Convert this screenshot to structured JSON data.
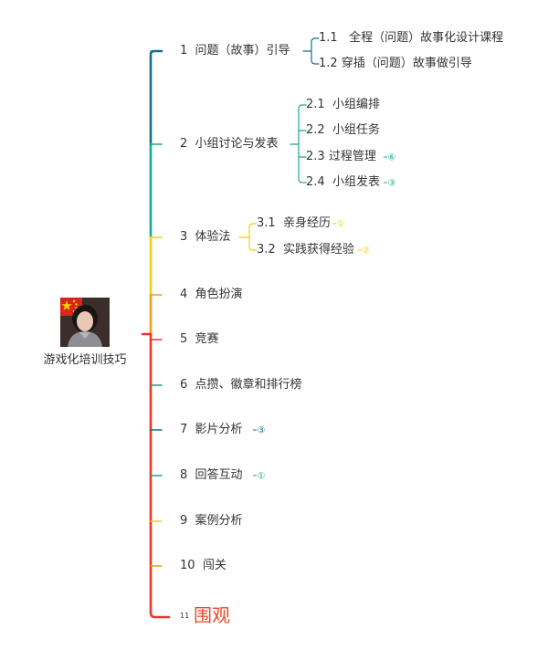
{
  "root": {
    "title": "游戏化培训技巧"
  },
  "branches": [
    {
      "number": "1",
      "label": "问题（故事）引导",
      "color": "#166e8a",
      "children": [
        {
          "number": "1.1",
          "label": "全程（问题）故事化设计课程"
        },
        {
          "number": "1.2",
          "label": "穿插（问题）故事做引导"
        }
      ]
    },
    {
      "number": "2",
      "label": "小组讨论与发表",
      "color": "#1aa893",
      "children": [
        {
          "number": "2.1",
          "label": "小组编排"
        },
        {
          "number": "2.2",
          "label": "小组任务"
        },
        {
          "number": "2.3",
          "label": "过程管理",
          "badge": "⑥"
        },
        {
          "number": "2.4",
          "label": "小组发表",
          "badge": "③"
        }
      ]
    },
    {
      "number": "3",
      "label": "体验法",
      "color": "#f2cf10",
      "children": [
        {
          "number": "3.1",
          "label": "亲身经历",
          "badge": "①"
        },
        {
          "number": "3.2",
          "label": "实践获得经验",
          "badge": "②"
        }
      ]
    },
    {
      "number": "4",
      "label": "角色扮演",
      "color": "#f39c1d"
    },
    {
      "number": "5",
      "label": "竞赛",
      "color": "#e8352a"
    },
    {
      "number": "6",
      "label": "点攒、徽章和排行榜",
      "color": "#1a9a7c"
    },
    {
      "number": "7",
      "label": "影片分析",
      "color": "#166e8a",
      "badge": "③"
    },
    {
      "number": "8",
      "label": "回答互动",
      "color": "#1aa893",
      "badge": "①"
    },
    {
      "number": "9",
      "label": "案例分析",
      "color": "#f2cf10"
    },
    {
      "number": "10",
      "label": "闯关",
      "color": "#f39c1d"
    },
    {
      "number": "11",
      "label": "围观",
      "color": "#e8352a"
    }
  ]
}
